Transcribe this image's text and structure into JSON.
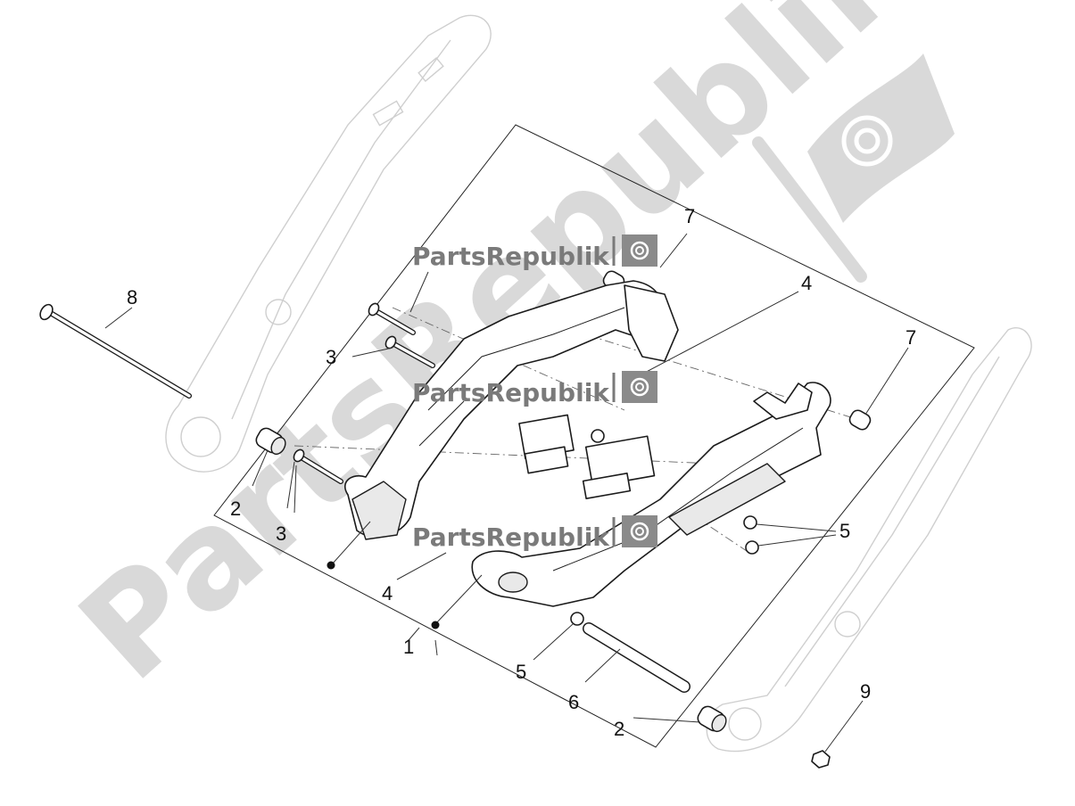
{
  "watermarks": {
    "brand_label": "PartsRepublik",
    "big_label": "PartsRepublik"
  },
  "callouts": [
    {
      "id": "c1",
      "text": "1"
    },
    {
      "id": "c2a",
      "text": "2"
    },
    {
      "id": "c2b",
      "text": "2"
    },
    {
      "id": "c3a",
      "text": "3"
    },
    {
      "id": "c3b",
      "text": "3"
    },
    {
      "id": "c4a",
      "text": "4"
    },
    {
      "id": "c4b",
      "text": "4"
    },
    {
      "id": "c5a",
      "text": "5"
    },
    {
      "id": "c5b",
      "text": "5"
    },
    {
      "id": "c6",
      "text": "6"
    },
    {
      "id": "c7a",
      "text": "7"
    },
    {
      "id": "c7b",
      "text": "7"
    },
    {
      "id": "c8",
      "text": "8"
    },
    {
      "id": "c9",
      "text": "9"
    }
  ],
  "icons": [
    "gear-icon",
    "flag-logo-icon",
    "dot-marker-icon"
  ],
  "colors": {
    "watermark_light": "#d9d9d9",
    "watermark_dark": "#7a7a7a",
    "line": "#1b1b1b"
  }
}
